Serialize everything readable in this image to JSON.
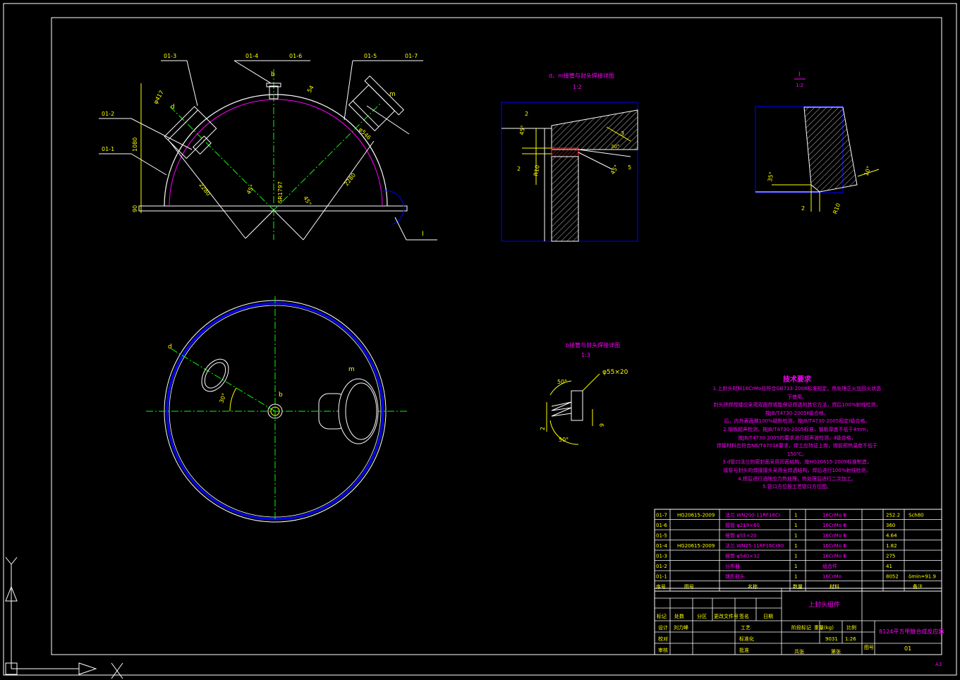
{
  "colors": {
    "background": "#000000",
    "frame": "#ffffff",
    "outline": "#ffffff",
    "dimension": "#ffff00",
    "centerline": "#00ff00",
    "hidden": "#0000ff",
    "annotation": "#ff00ff",
    "ucs": "#ffffff"
  },
  "front_view": {
    "labels": {
      "p01_3": "01-3",
      "p01_4": "01-4",
      "p01_5": "01-5",
      "p01_6": "01-6",
      "p01_7": "01-7",
      "p01_2": "01-2",
      "p01_1": "01-1",
      "mark_b": "b",
      "mark_d": "d",
      "mark_m": "m",
      "mark_I": "I"
    },
    "dims": {
      "height_1080": "1080",
      "base_90": "90",
      "r2280_left": "2280",
      "r2280_right": "2280",
      "sr1797": "SR1797",
      "ang45_left": "45°",
      "ang45_right": "45°",
      "d417": "φ417",
      "d546": "φ546",
      "n54": "54"
    }
  },
  "plan_view": {
    "labels": {
      "mark_d": "d",
      "mark_m": "m",
      "mark_b": "b"
    },
    "dims": {
      "ang30": "30°"
    }
  },
  "detail_a": {
    "title": "d、m接管与封头焊接详图",
    "scale": "1:2",
    "dims": {
      "d1": "2",
      "d2": "45°",
      "d3": "2",
      "d4": "R10",
      "d5": "45°",
      "d6": "3",
      "d7": "5",
      "d8": "30°"
    }
  },
  "detail_i": {
    "title": "I",
    "scale": "1:2",
    "dims": {
      "a1": "35°",
      "a2": "2",
      "a3": "R10",
      "a4": "10°"
    }
  },
  "detail_b": {
    "title": "b接管与封头焊接详图",
    "scale": "1:3",
    "dims": {
      "pipe": "φ55×20",
      "a1": "50°",
      "a2": "2",
      "a3": "6",
      "a4": "50°"
    }
  },
  "tech_requirements": {
    "title": "技术要求",
    "lines": [
      "1.上封头材料16CrMo应符合GB713-2008标准规定，热处理正火加回火状态下使用。",
      "封头拼焊焊缝应采用双面焊或能保证焊透的其它方法，焊后100%射线检测，按JB/T4730-2005Ⅱ级合格。",
      "后，内外表面做100%磁粉检测，按JB/T4730-2005规定Ⅰ级合格。",
      "2.钢板超声检测，按JB/T4730-2005标准，钢板厚度不低于4mm，",
      "按JB/T4730-2005的要求进行超声波检测，Ⅱ级合格，",
      "焊接材料应符合NB/T47018要求，焊工应持证上岗，焊前预热温度不低于150℃。",
      "3.d管口法兰的密封面采用凹面结构，按HG20615-2009标准制造，",
      "接管与封头的焊接接头采用全焊透结构，焊后进行100%射线检测，",
      "4.焊后进行消除应力热处理，热处理后进行二次加工。",
      "5.管口方位按工艺管口方位图。"
    ]
  },
  "bom": {
    "rows": [
      {
        "no": "01-7",
        "std": "HG20615-2009",
        "name": "法兰 WN200-11RF16Cr",
        "qty": "1",
        "mat": "16CrMo Ⅲ",
        "wt": "252.2",
        "note": "Sch80"
      },
      {
        "no": "01-6",
        "std": "",
        "name": "接管 φ219×60",
        "qty": "1",
        "mat": "16CrMo Ⅲ",
        "wt": "360",
        "note": ""
      },
      {
        "no": "01-5",
        "std": "",
        "name": "接管 φ55×20",
        "qty": "1",
        "mat": "16CrMo Ⅲ",
        "wt": "4.64",
        "note": ""
      },
      {
        "no": "01-4",
        "std": "HG20615-2009",
        "name": "法兰 WN25-11RF16Cr80",
        "qty": "1",
        "mat": "16CrMo Ⅲ",
        "wt": "1.82",
        "note": ""
      },
      {
        "no": "01-3",
        "std": "",
        "name": "接管 φ540×32",
        "qty": "1",
        "mat": "16CrMo Ⅲ",
        "wt": "275",
        "note": ""
      },
      {
        "no": "01-2",
        "std": "",
        "name": "分布器",
        "qty": "1",
        "mat": "组合件",
        "wt": "41",
        "note": ""
      },
      {
        "no": "01-1",
        "std": "",
        "name": "球形封头",
        "qty": "1",
        "mat": "16CrMo",
        "wt": "8052",
        "note": "δmin=91.9"
      }
    ],
    "header": {
      "no": "序号",
      "std": "图号",
      "name": "名称",
      "qty": "数量",
      "mat": "材料",
      "note": "备注"
    }
  },
  "title_block": {
    "part_name": "上封头组件",
    "project": "8124平方甲醇合成反应器",
    "drawing_no": "01",
    "weight": "9031",
    "scale": "1:26",
    "labels": {
      "mark": "标记",
      "count": "处数",
      "zone": "分区",
      "change_doc": "更改文件号",
      "sign": "签名",
      "date": "日期",
      "design": "设计",
      "designer": "刘力峰",
      "craft": "工艺",
      "check": "校对",
      "standard": "标准化",
      "review": "审核",
      "approve": "批准",
      "stage": "阶段标记",
      "weight_label": "重量(kg)",
      "scale_label": "比例",
      "sheet_total": "共张",
      "sheet": "第张",
      "figure_no": "图号"
    }
  },
  "corner_mark": "A3"
}
